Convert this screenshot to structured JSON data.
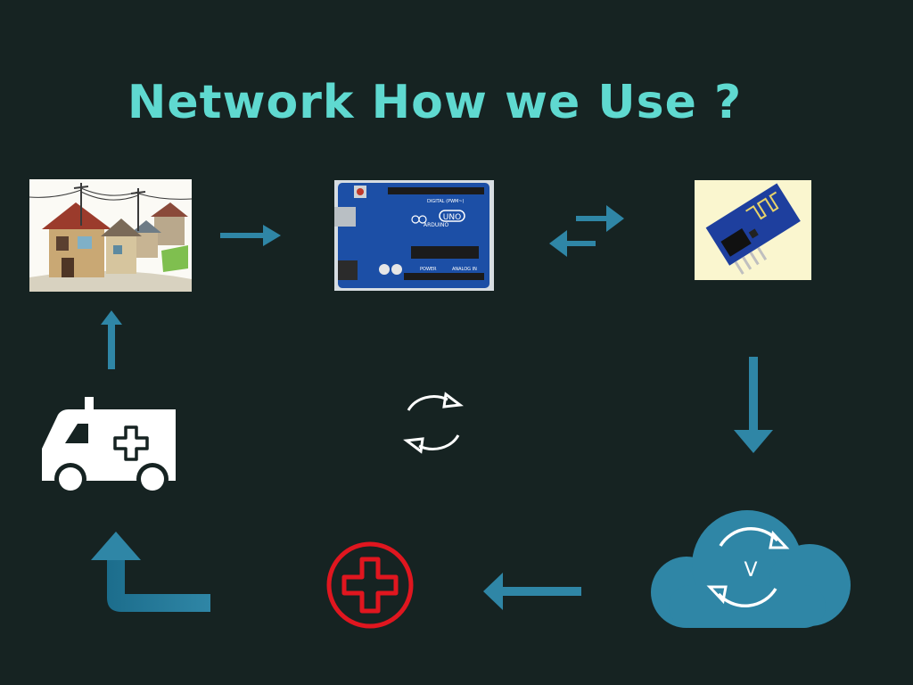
{
  "title": "Network How we Use ?",
  "colors": {
    "background": "#162322",
    "title": "#5fd9d0",
    "arrow": "#2f86a6",
    "cloud": "#2f86a6",
    "board": "#1c4fa6",
    "medical_red": "#e0161f",
    "white": "#ffffff"
  },
  "nodes": [
    {
      "id": "village",
      "icon": "village-illustration"
    },
    {
      "id": "arduino",
      "icon": "arduino-uno-board"
    },
    {
      "id": "esp8266",
      "icon": "esp8266-wifi-module"
    },
    {
      "id": "cloud",
      "icon": "cloud-sync-icon"
    },
    {
      "id": "medical",
      "icon": "medical-cross-icon"
    },
    {
      "id": "ambulance",
      "icon": "ambulance-icon"
    }
  ],
  "labels": {
    "arduino_brand": "ARDUINO",
    "arduino_model": "UNO",
    "arduino_digital": "DIGITAL (PWM~)",
    "arduino_power": "POWER",
    "arduino_analog": "ANALOG IN",
    "cloud_letter": "V"
  }
}
